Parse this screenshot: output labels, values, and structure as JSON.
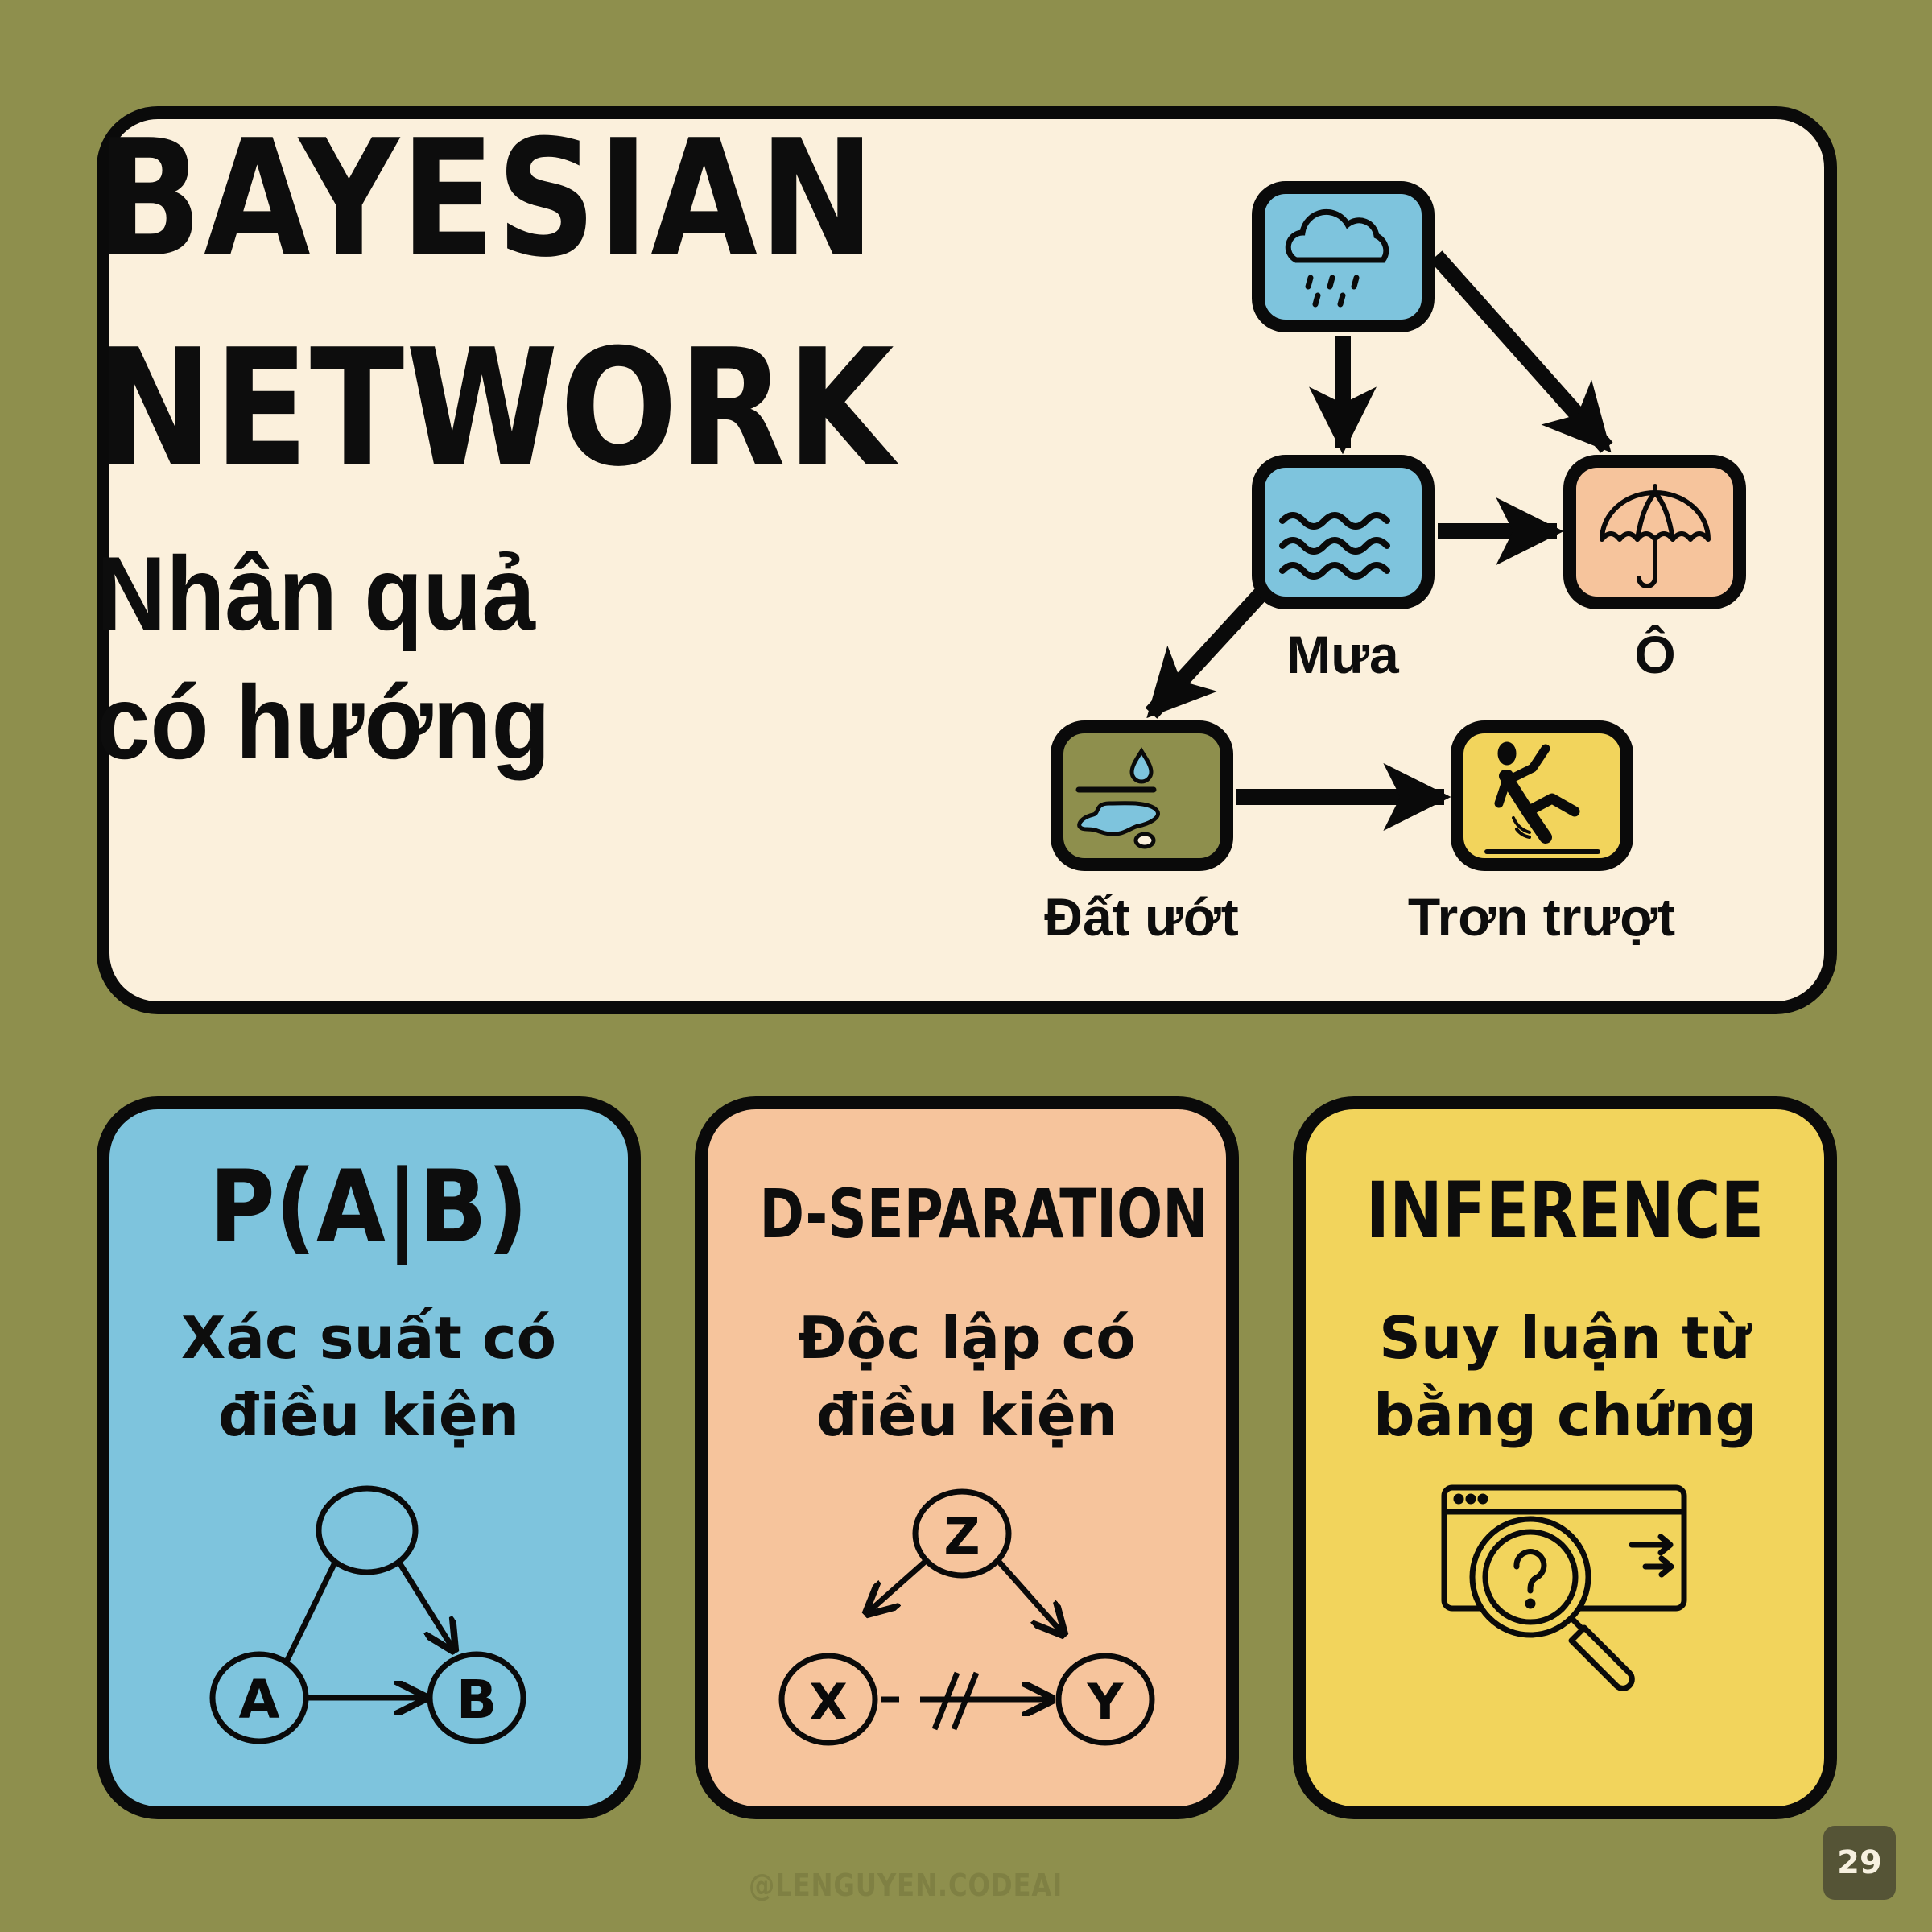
{
  "hero": {
    "title_line1": "BAYESIAN",
    "title_line2": "NETWORK",
    "subtitle_line1": "Nhân quả",
    "subtitle_line2": "có hướng",
    "background": "#fbf0dc"
  },
  "network": {
    "nodes": [
      {
        "id": "rain-cloud",
        "icon": "rain-cloud-icon",
        "label": "",
        "color": "#7ec4dd"
      },
      {
        "id": "rain",
        "icon": "water-waves-icon",
        "label": "Mưa",
        "color": "#7ec4dd"
      },
      {
        "id": "umbrella",
        "icon": "umbrella-icon",
        "label": "Ô",
        "color": "#f6c49c"
      },
      {
        "id": "wet-ground",
        "icon": "wet-ground-icon",
        "label": "Đất ướt",
        "color": "#8e8f4d"
      },
      {
        "id": "slippery",
        "icon": "slipping-person-icon",
        "label": "Trơn trượt",
        "color": "#f2d45c"
      }
    ],
    "edges": [
      {
        "from": "rain-cloud",
        "to": "rain"
      },
      {
        "from": "rain-cloud",
        "to": "umbrella"
      },
      {
        "from": "rain",
        "to": "umbrella"
      },
      {
        "from": "rain",
        "to": "wet-ground"
      },
      {
        "from": "wet-ground",
        "to": "slippery"
      }
    ]
  },
  "cards": [
    {
      "title": "P(A|B)",
      "subtitle_line1": "Xác suất có",
      "subtitle_line2": "điều kiện",
      "color": "#7ec4dd",
      "diagram": {
        "nodes": [
          "",
          "A",
          "B"
        ],
        "icon": "conditional-probability-graph-icon"
      }
    },
    {
      "title": "D-SEPARATION",
      "subtitle_line1": "Độc lập có",
      "subtitle_line2": "điều kiện",
      "color": "#f6c49c",
      "diagram": {
        "nodes": [
          "Z",
          "X",
          "Y"
        ],
        "icon": "d-separation-graph-icon"
      }
    },
    {
      "title": "INFERENCE",
      "subtitle_line1": "Suy luận từ",
      "subtitle_line2": "bằng chứng",
      "color": "#f2d45c",
      "diagram": {
        "icon": "magnifier-question-window-icon"
      }
    }
  ],
  "footer": {
    "watermark": "@LENGUYEN.CODEAI",
    "page_number": "29"
  },
  "colors": {
    "background": "#8e8f4d",
    "border": "#0a0a0a",
    "blue": "#7ec4dd",
    "peach": "#f6c49c",
    "yellow": "#f2d45c",
    "cream": "#fbf0dc"
  }
}
